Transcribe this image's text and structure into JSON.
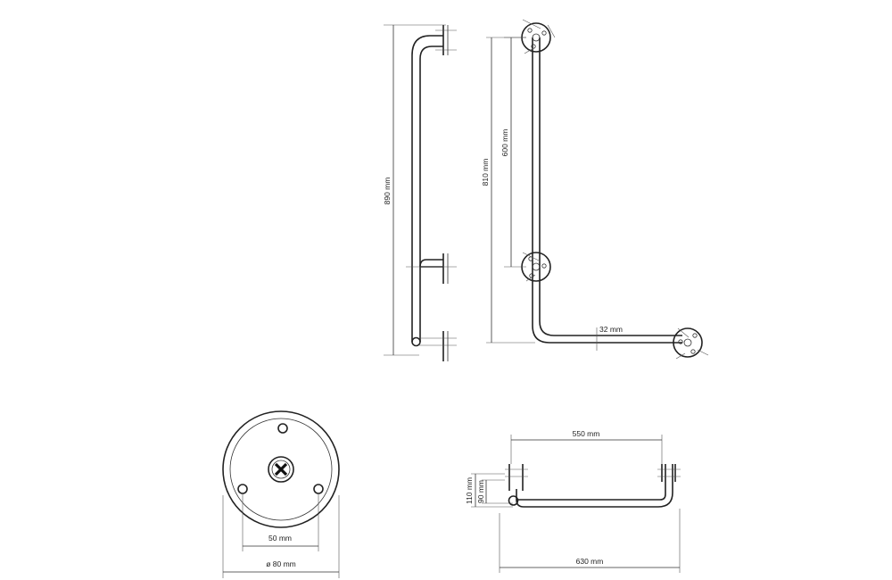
{
  "dimensions": {
    "side_height": "890 mm",
    "front_height": "810 mm",
    "front_mid": "600 mm",
    "tube_diameter": "32 mm",
    "flange_holes": "50 mm",
    "flange_diameter": "ø 80 mm",
    "top_inner": "550 mm",
    "top_outer": "630 mm",
    "top_projection": "110 mm",
    "top_depth": "90 mm"
  }
}
